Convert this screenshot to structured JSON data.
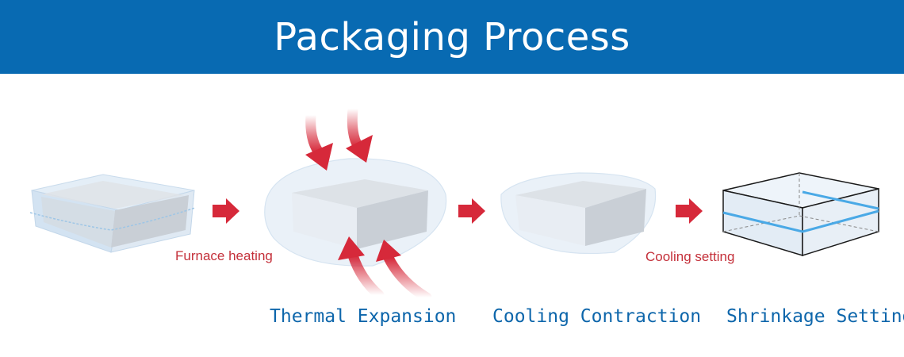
{
  "title": "Packaging Process",
  "notes": {
    "furnace": "Furnace heating",
    "cooling": "Cooling setting"
  },
  "stages": {
    "expansion": "Thermal Expansion",
    "contraction": "Cooling Contraction",
    "setting": "Shrinkage Setting"
  },
  "colors": {
    "header_bg": "#086ab2",
    "accent_red": "#d6293a",
    "stage_text": "#0d66ab",
    "note_text": "#c4303a",
    "film": "#dbe8f4",
    "box": "#d9dde1",
    "band": "#4aa9e6"
  }
}
